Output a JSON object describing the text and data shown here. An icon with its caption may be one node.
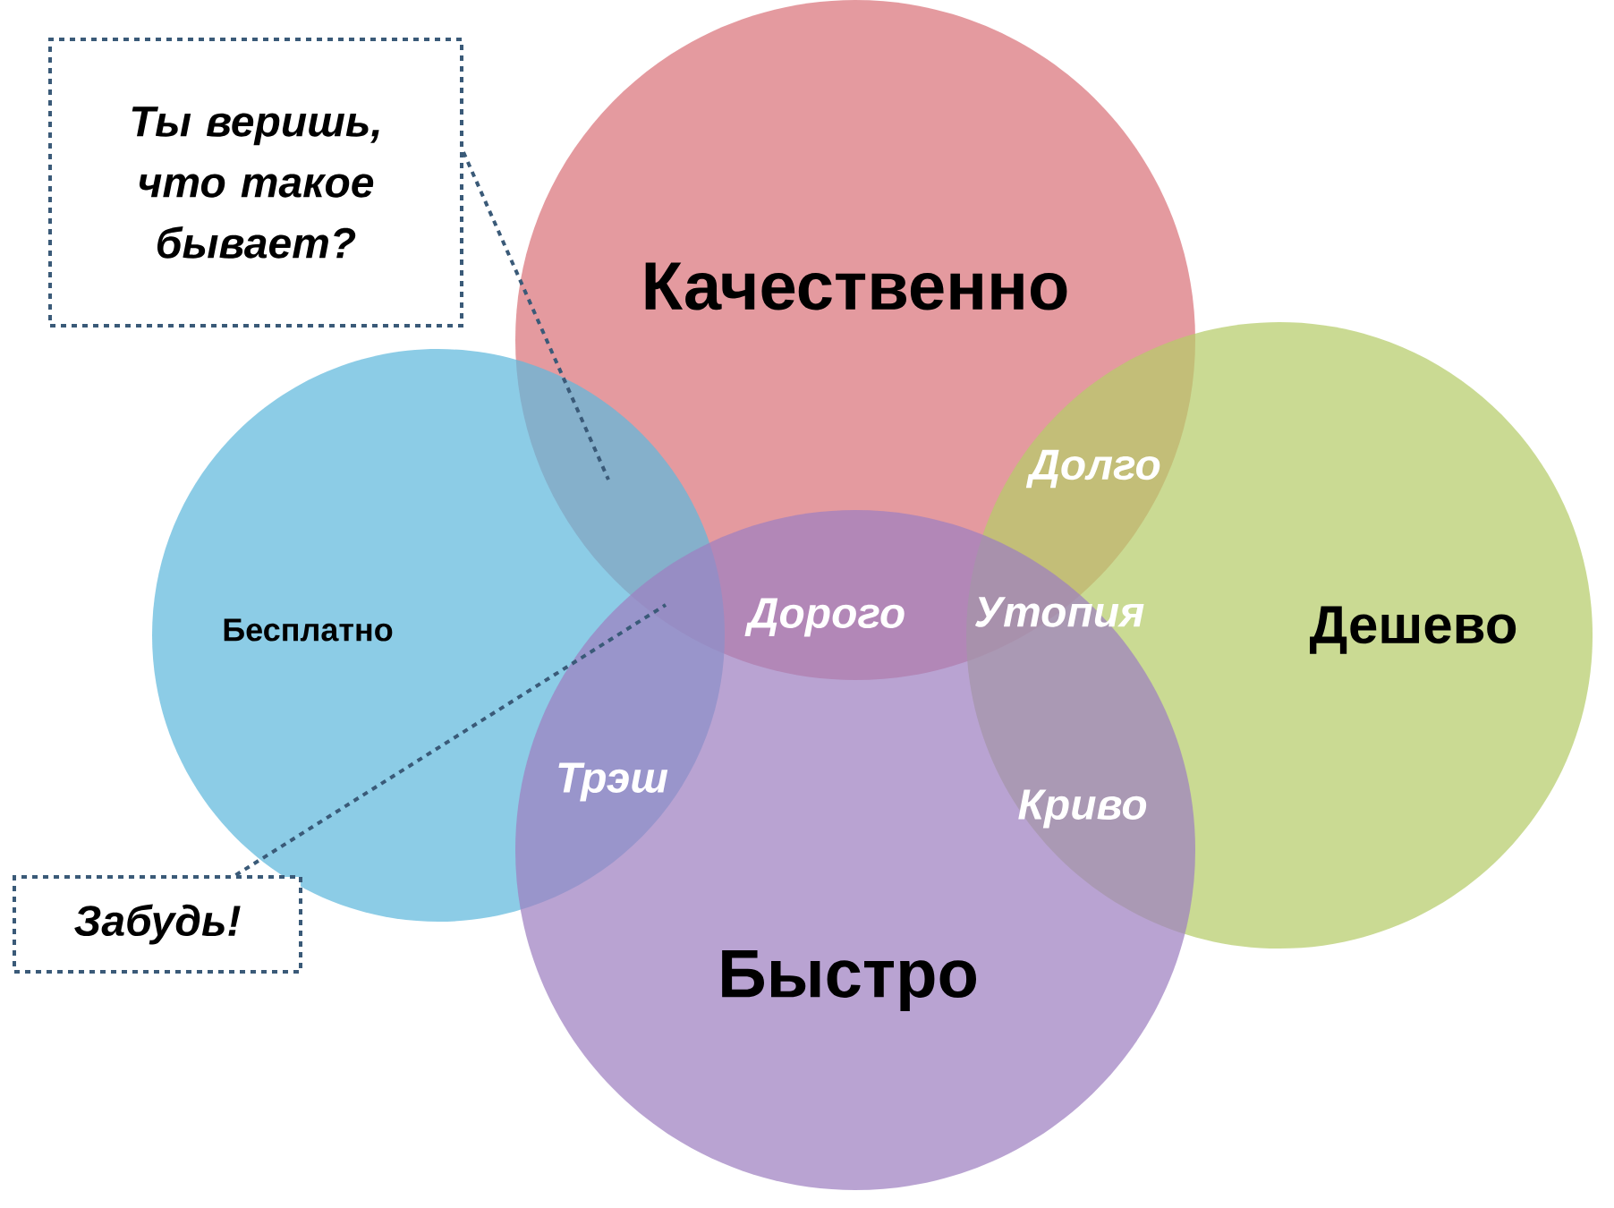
{
  "diagram": {
    "nodes": [
      {
        "text": [
          "Ты веришь, что такое бывает?"
        ]
      },
      {
        "text": [
          "Качественно"
        ]
      },
      {
        "text": [
          "Бесплатно"
        ]
      },
      {
        "text": [
          "Дешево"
        ]
      },
      {
        "text": [
          "Быстро"
        ]
      },
      {
        "text": [
          "Забудь!"
        ]
      }
    ],
    "edges": [
      {
        "from": 0,
        "to": 2,
        "arrow": "none",
        "style": "dashed"
      },
      {
        "from": 5,
        "to": 2,
        "arrow": "none",
        "style": "dashed"
      }
    ],
    "labels": [
      "Долго",
      "Дорого",
      "Утопия",
      "Трэш",
      "Криво"
    ]
  }
}
